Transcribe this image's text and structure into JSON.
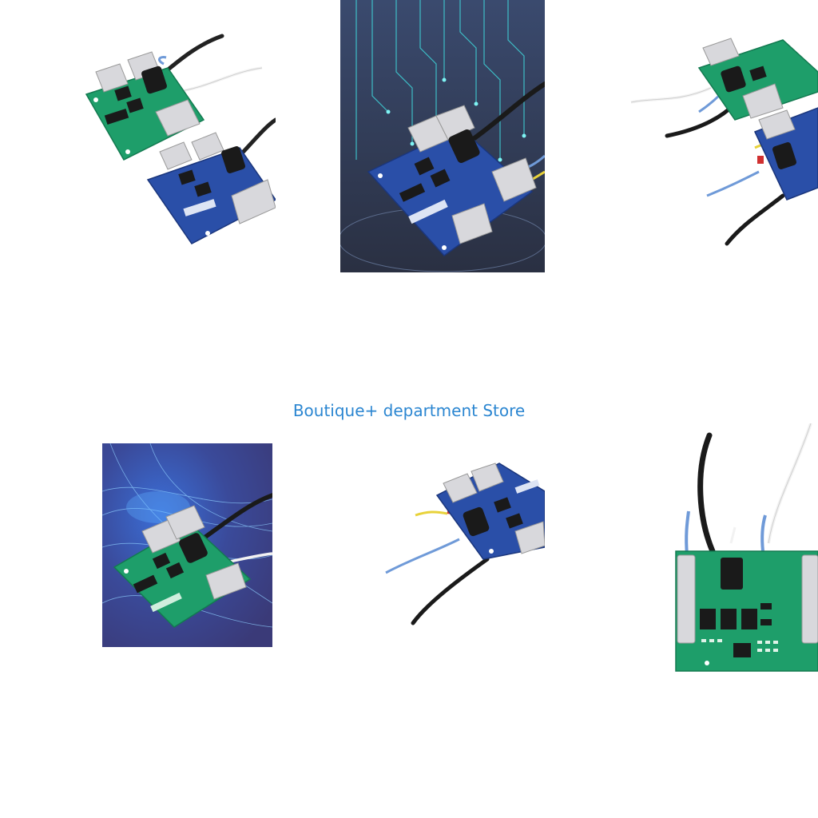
{
  "store": {
    "name": "Boutique+ department Store",
    "link_color": "#2b86d1"
  },
  "products": [
    {
      "id": "tile-1",
      "image": "green-and-blue-bms-boards",
      "background": "white"
    },
    {
      "id": "tile-2",
      "image": "blue-bms-board-circuit-background",
      "background": "dark-blue-circuit"
    },
    {
      "id": "tile-3",
      "image": "green-and-blue-bms-boards-wired",
      "background": "white"
    },
    {
      "id": "tile-4",
      "image": "green-bms-board-fiber-background",
      "background": "blue-fiber-optic"
    },
    {
      "id": "tile-5",
      "image": "blue-bms-board-wired",
      "background": "white"
    },
    {
      "id": "tile-6",
      "image": "green-bms-board-closeup",
      "background": "white"
    }
  ],
  "colors": {
    "pcb_green": "#1e9e6a",
    "pcb_blue": "#2a4fa8",
    "terminal_silver": "#d8d8dc",
    "chip_black": "#1a1a1a",
    "wire_black": "#222222",
    "wire_white": "#f2f2f2",
    "wire_blue": "#6f9ad8",
    "wire_yellow": "#e8d23a"
  }
}
